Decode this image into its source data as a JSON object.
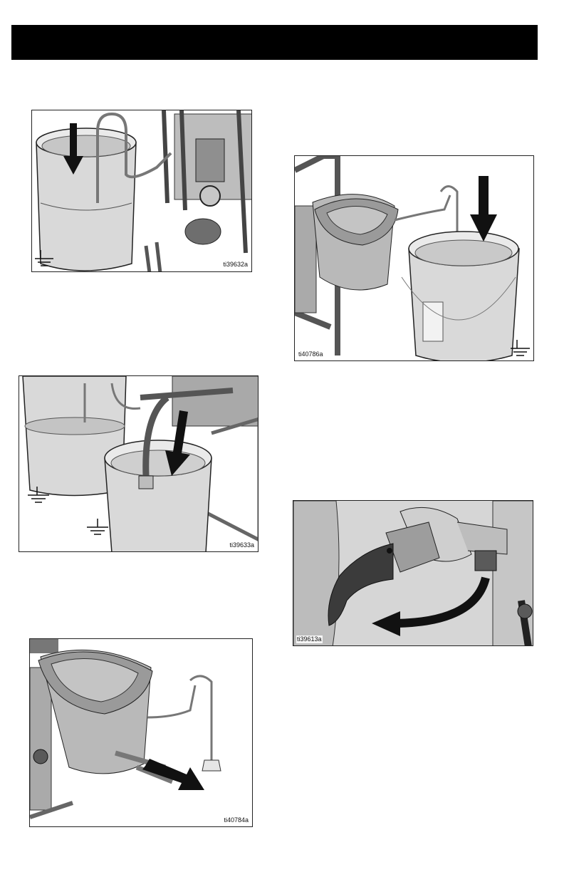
{
  "page": {
    "header_text": ""
  },
  "figures": [
    {
      "id": "fig1",
      "label": "ti39632a",
      "icon": "ground-symbol-icon"
    },
    {
      "id": "fig2",
      "label": "ti40786a",
      "icon": "ground-symbol-icon"
    },
    {
      "id": "fig3",
      "label": "ti39633a",
      "icon": "ground-symbol-icon"
    },
    {
      "id": "fig4",
      "label": "ti39613a",
      "icon": "curved-arrow-icon"
    },
    {
      "id": "fig5",
      "label": "ti40784a",
      "icon": "arrow-icon"
    }
  ],
  "colors": {
    "header": "#000000",
    "bucket_fill": "#d9d9d9",
    "bucket_shade": "#a8a8a8",
    "arrow": "#111111"
  }
}
